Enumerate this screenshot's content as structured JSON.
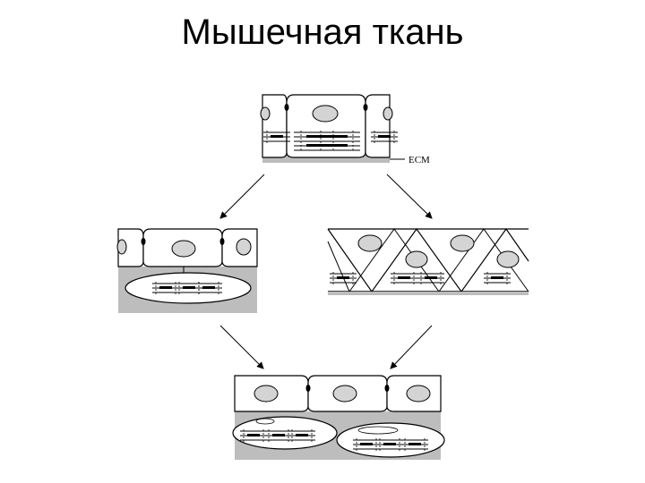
{
  "slide": {
    "title": "Мышечная ткань"
  },
  "diagram": {
    "ecm_label": "ECM",
    "colors": {
      "ecm_fill": "#bdbdbd",
      "cell_fill": "#ffffff",
      "nucleus_fill": "#d4d4d4",
      "stroke": "#000000"
    },
    "panels": [
      "origin-epithelium",
      "myoepithelial-cell",
      "myoepithelium-layer",
      "smooth-muscle-cells"
    ]
  }
}
